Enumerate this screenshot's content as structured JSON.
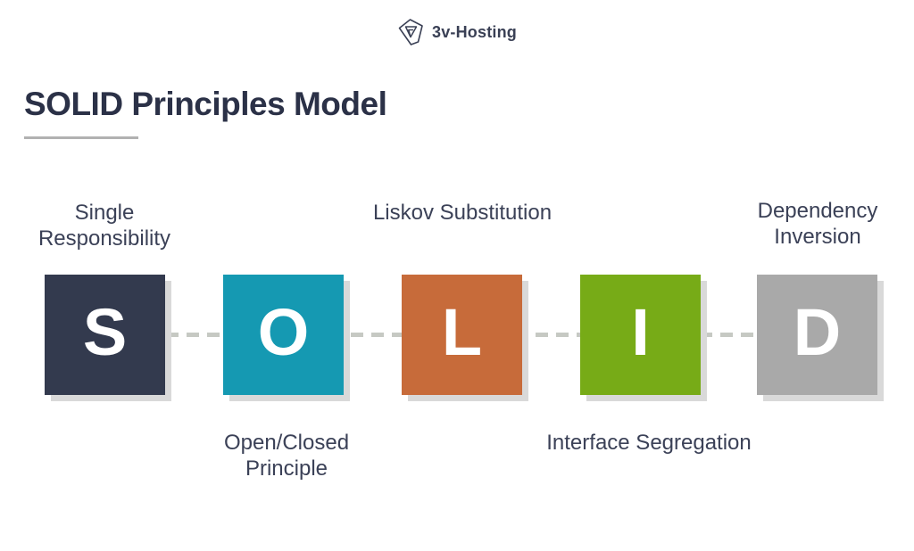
{
  "logo": {
    "text": "3v-Hosting",
    "icon": "gem-icon",
    "color": "#3a4055"
  },
  "header": {
    "title": "SOLID Principles Model",
    "title_color": "#2b3147",
    "rule_color": "#b1b1b1"
  },
  "diagram": {
    "principles": [
      {
        "letter": "S",
        "label": "Single Responsibility",
        "color": "#333a4e",
        "label_position": "top"
      },
      {
        "letter": "O",
        "label": "Open/Closed Principle",
        "color": "#1599b2",
        "label_position": "bottom"
      },
      {
        "letter": "L",
        "label": "Liskov Substitution",
        "color": "#c76b3a",
        "label_position": "top"
      },
      {
        "letter": "I",
        "label": "Interface Segregation",
        "color": "#77ab17",
        "label_position": "bottom"
      },
      {
        "letter": "D",
        "label": "Dependency Inversion",
        "color": "#a9a9a9",
        "label_position": "top"
      }
    ],
    "connector_color": "#c6c9c3",
    "shadow_color": "#d9d9d9",
    "letter_color": "#ffffff",
    "label_text_color": "#3b4157"
  }
}
